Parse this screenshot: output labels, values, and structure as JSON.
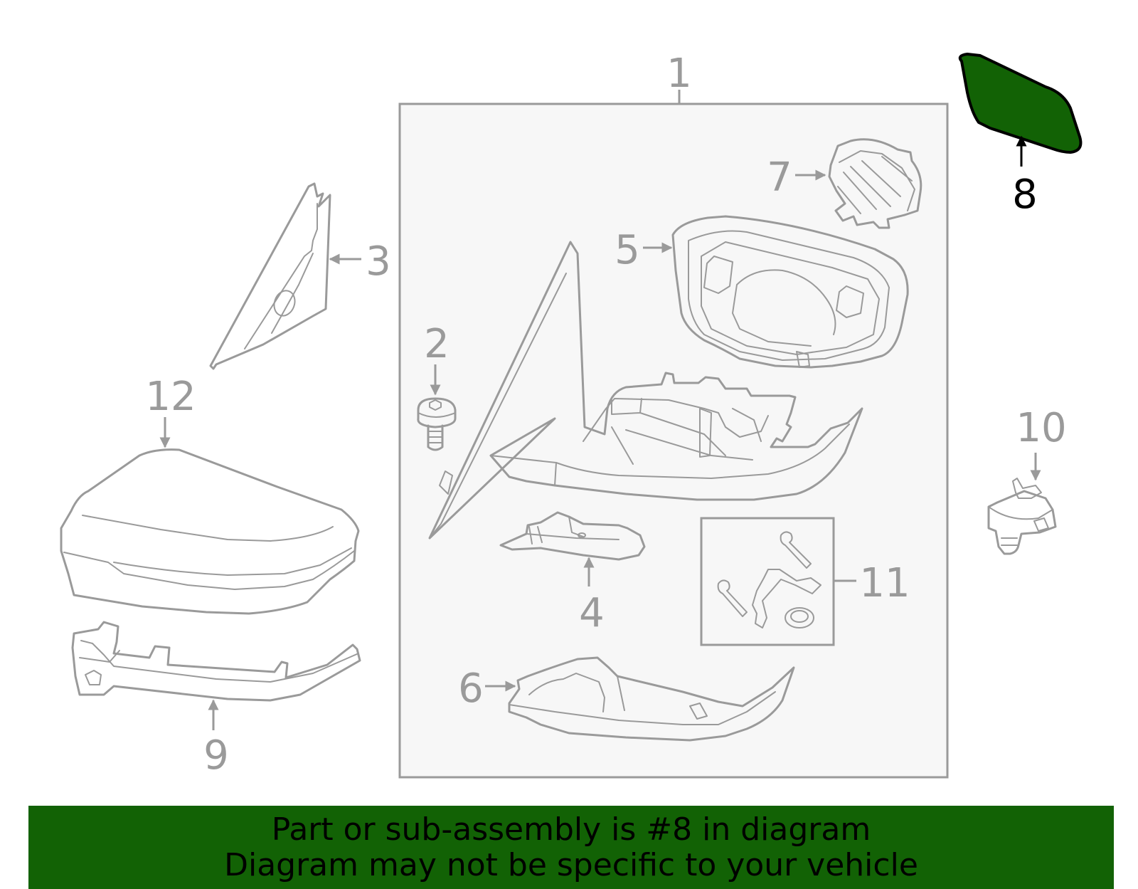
{
  "colors": {
    "highlight": "#126205",
    "line": "#9a9a9a",
    "assembly_box_fill": "#f7f7f7",
    "label_active": "#000000"
  },
  "callouts": {
    "c1": "1",
    "c2": "2",
    "c3": "3",
    "c4": "4",
    "c5": "5",
    "c6": "6",
    "c7": "7",
    "c8": "8",
    "c9": "9",
    "c10": "10",
    "c11": "11",
    "c12": "12"
  },
  "highlighted_part": "8",
  "banner": {
    "line1": "Part or sub-assembly is #8 in diagram",
    "line2": "Diagram may not be specific to your vehicle"
  }
}
